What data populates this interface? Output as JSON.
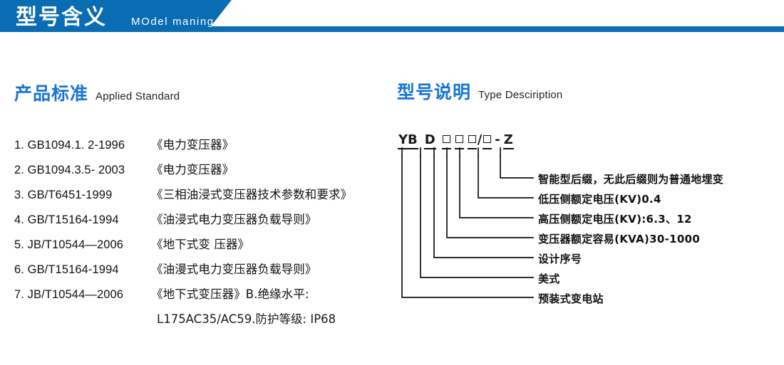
{
  "banner": {
    "title_cn": "型号含义",
    "title_en": "MOdel maning",
    "bg_color": "#0a6cb2"
  },
  "sections": {
    "left": {
      "heading_cn": "产品标准",
      "heading_en": "Applied Standard",
      "heading_color": "#1975d1"
    },
    "right": {
      "heading_cn": "型号说明",
      "heading_en": "Type Desciription",
      "heading_color": "#1975d1"
    }
  },
  "standards": [
    {
      "code": "1. GB1094.1. 2-1996",
      "title": "《电力变压器》"
    },
    {
      "code": "2. GB1094.3.5- 2003",
      "title": "《电力变压器》"
    },
    {
      "code": "3. GB/T6451-1999",
      "title": "《三相油浸式变压器技术参数和要求》"
    },
    {
      "code": "4. GB/T15164-1994",
      "title": "《油浸式电力变压器负载导则》"
    },
    {
      "code": "5. JB/T10544—2006",
      "title": "《地下式变 压器》"
    },
    {
      "code": "6. GB/T15164-1994",
      "title": "《油漫式电力变压器负载导则》"
    },
    {
      "code": "7. JB/T10544—2006",
      "title": "《地下式变压器》B.绝缘水平:"
    }
  ],
  "standards_continuation": "L175AC35/AC59.防护等级: IP68",
  "type_code": {
    "segments": [
      {
        "text": "YB",
        "kind": "text",
        "underline": true
      },
      {
        "text": " ",
        "kind": "gap",
        "underline": false
      },
      {
        "text": "D",
        "kind": "text",
        "underline": true
      },
      {
        "text": " ",
        "kind": "gap",
        "underline": false
      },
      {
        "text": "□",
        "kind": "box",
        "underline": true
      },
      {
        "text": "□",
        "kind": "box",
        "underline": true
      },
      {
        "text": "□",
        "kind": "box",
        "underline": true
      },
      {
        "text": "/",
        "kind": "text",
        "underline": false
      },
      {
        "text": "□",
        "kind": "box",
        "underline": true
      },
      {
        "text": "-",
        "kind": "text",
        "underline": false
      },
      {
        "text": "Z",
        "kind": "text",
        "underline": true
      }
    ],
    "full_code": "YB D □□□/□ - Z"
  },
  "callouts": [
    {
      "label": "智能型后缀，无此后缀则为普通地埋变",
      "source": "Z"
    },
    {
      "label": "低压侧额定电压(KV)0.4",
      "source": "box-4"
    },
    {
      "label": "高压侧额定电压(KV):6.3、12",
      "source": "box-3"
    },
    {
      "label": "变压器额定容易(KVA)30-1000",
      "source": "box-2"
    },
    {
      "label": "设计序号",
      "source": "box-1"
    },
    {
      "label": "美式",
      "source": "D"
    },
    {
      "label": "预装式变电站",
      "source": "YB"
    }
  ]
}
